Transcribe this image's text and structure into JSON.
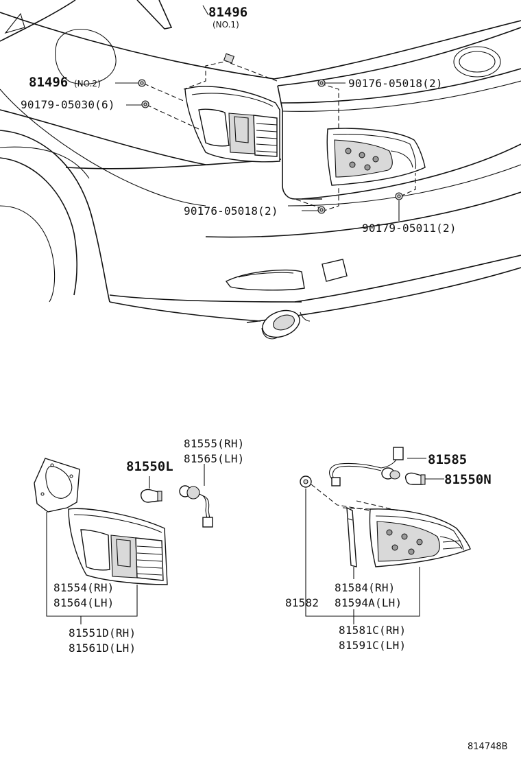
{
  "diagram": {
    "reference_code": "814748B",
    "callouts": {
      "c81496_no1": {
        "number": "81496",
        "note": "(NO.1)"
      },
      "c81496_no2": {
        "number": "81496",
        "note": "(NO.2)"
      },
      "c90179_05030": "90179-05030(6)",
      "c90176_05018_top": "90176-05018(2)",
      "c90176_05018_bottom": "90176-05018(2)",
      "c90179_05011": "90179-05011(2)",
      "c81555": "81555(RH)",
      "c81565": "81565(LH)",
      "c81550L": "81550L",
      "c81585": "81585",
      "c81550N": "81550N",
      "c81554": "81554(RH)",
      "c81564": "81564(LH)",
      "c81582": "81582",
      "c81584": "81584(RH)",
      "c81594A": "81594A(LH)",
      "c81551D": "81551D(RH)",
      "c81561D": "81561D(LH)",
      "c81581C": "81581C(RH)",
      "c81591C": "81591C(LH)"
    }
  }
}
